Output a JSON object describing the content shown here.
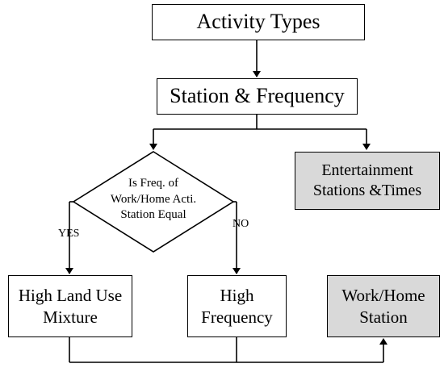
{
  "nodes": {
    "activity_types": {
      "lines": [
        "Activity Types"
      ]
    },
    "station_frequency": {
      "lines": [
        "Station & Frequency"
      ]
    },
    "decision": {
      "lines": [
        "Is Freq. of",
        "Work/Home Acti.",
        "Station Equal"
      ]
    },
    "entertainment": {
      "lines": [
        "Entertainment",
        "Stations &Times"
      ]
    },
    "high_land_use": {
      "lines": [
        "High Land Use",
        "Mixture"
      ]
    },
    "high_frequency": {
      "lines": [
        "High",
        "Frequency"
      ]
    },
    "work_home_station": {
      "lines": [
        "Work/Home",
        "Station"
      ]
    }
  },
  "edge_labels": {
    "yes": "YES",
    "no": "NO"
  },
  "colors": {
    "line": "#000000",
    "box_fill": "#ffffff",
    "shaded_fill": "#d9d9d9"
  }
}
